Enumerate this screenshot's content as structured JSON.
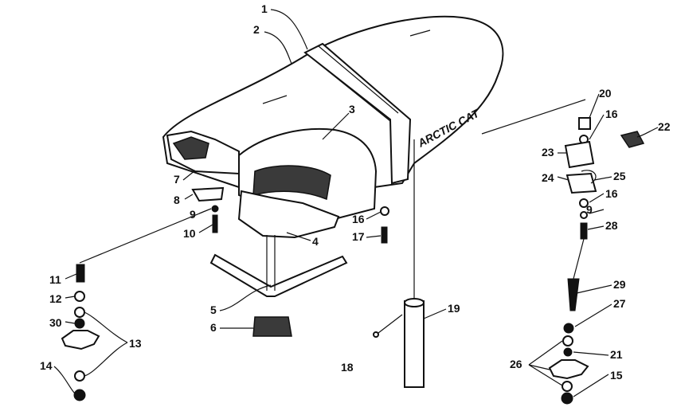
{
  "diagram": {
    "brand_text": "ARCTIC CAT",
    "callouts": [
      "1",
      "2",
      "3",
      "4",
      "5",
      "6",
      "7",
      "8",
      "9",
      "9",
      "10",
      "11",
      "12",
      "13",
      "14",
      "15",
      "16",
      "16",
      "16",
      "17",
      "18",
      "19",
      "20",
      "21",
      "22",
      "23",
      "24",
      "25",
      "26",
      "27",
      "28",
      "29",
      "30"
    ]
  },
  "colors": {
    "ink": "#111111",
    "paper": "#ffffff",
    "shade": "#3a3a3a"
  }
}
